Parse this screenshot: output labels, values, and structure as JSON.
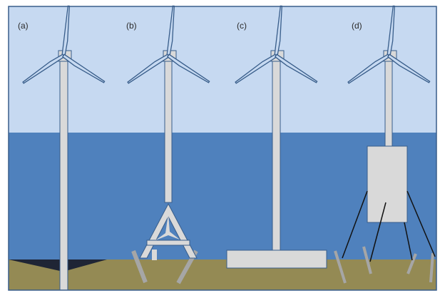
{
  "diagram": {
    "panels": [
      {
        "label": "(a)",
        "foundation": "monopile"
      },
      {
        "label": "(b)",
        "foundation": "tripod"
      },
      {
        "label": "(c)",
        "foundation": "gravity-base"
      },
      {
        "label": "(d)",
        "foundation": "tension-leg-floating"
      }
    ],
    "colors": {
      "sky": "#c6d9f1",
      "sea": "#4f81bd",
      "seabed": "#948a54",
      "structure": "#d9d9d9",
      "outline": "#385d8a",
      "pile": "#a6a6a6",
      "scour": "#1f2535"
    }
  }
}
